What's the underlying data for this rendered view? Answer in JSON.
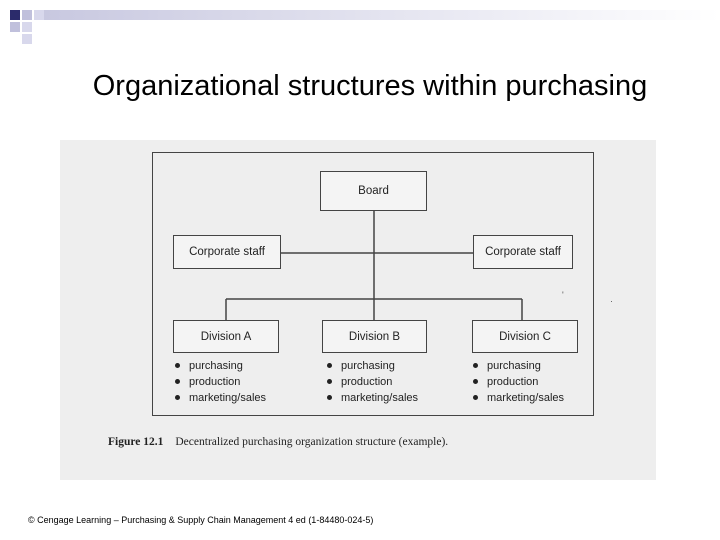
{
  "slide": {
    "title": "Organizational structures within purchasing",
    "footer": "© Cengage Learning – Purchasing & Supply Chain Management 4 ed (1-84480-024-5)"
  },
  "diagram": {
    "board": "Board",
    "corporate_staff_left": "Corporate staff",
    "corporate_staff_right": "Corporate staff",
    "divisions": [
      {
        "name": "Division A",
        "functions": [
          "purchasing",
          "production",
          "marketing/sales"
        ]
      },
      {
        "name": "Division B",
        "functions": [
          "purchasing",
          "production",
          "marketing/sales"
        ]
      },
      {
        "name": "Division C",
        "functions": [
          "purchasing",
          "production",
          "marketing/sales"
        ]
      }
    ],
    "caption_figure": "Figure 12.1",
    "caption_text": "Decentralized purchasing organization structure (example).",
    "stray_marks": [
      "'",
      "·"
    ]
  },
  "colors": {
    "scan_background": "#eeeeee",
    "line": "#444444",
    "deco_dark": "#2b2b6b",
    "deco_light": "#b0b0d8"
  }
}
